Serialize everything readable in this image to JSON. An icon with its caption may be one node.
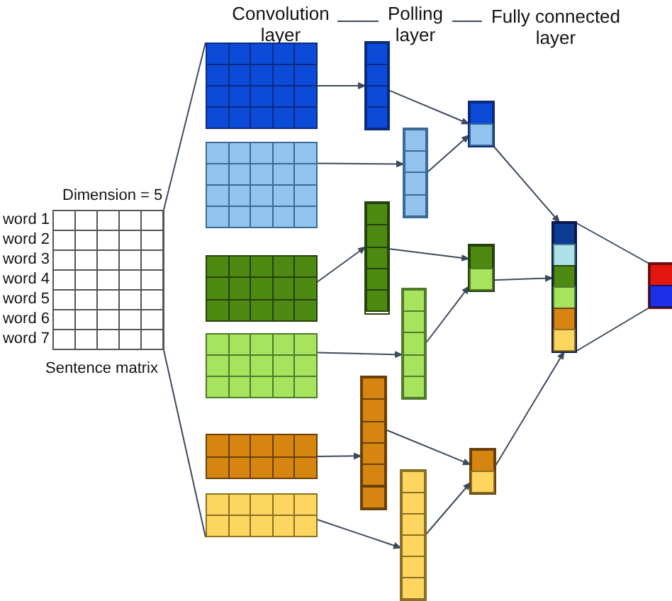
{
  "diagram": {
    "nodes": [
      {
        "text": [
          "Dimension = 5",
          "Sentence matrix"
        ],
        "beside": [
          "word 1",
          "word 2",
          "word 3",
          "word 4",
          "word 5",
          "word 6",
          "word 7"
        ]
      },
      {
        "text": [],
        "shape": "box"
      },
      {
        "text": [],
        "shape": "box"
      },
      {
        "text": [],
        "shape": "box"
      },
      {
        "text": [],
        "shape": "box"
      },
      {
        "text": [],
        "shape": "box"
      },
      {
        "text": [],
        "shape": "box"
      },
      {
        "text": [],
        "shape": "bar"
      },
      {
        "text": [],
        "shape": "bar"
      },
      {
        "text": [],
        "shape": "bar"
      },
      {
        "text": [],
        "shape": "bar"
      },
      {
        "text": [],
        "shape": "bar"
      },
      {
        "text": [],
        "shape": "bar"
      },
      {
        "text": [],
        "shape": "bar"
      },
      {
        "text": [],
        "shape": "bar"
      },
      {
        "text": [],
        "shape": "bar"
      },
      {
        "text": [],
        "shape": "bar"
      },
      {
        "text": [],
        "shape": "bar"
      }
    ],
    "edges": [
      {
        "from": 0,
        "to": 1,
        "arrow": "none"
      },
      {
        "from": 0,
        "to": 6,
        "arrow": "none"
      },
      {
        "from": 1,
        "to": 7,
        "arrow": "to"
      },
      {
        "from": 2,
        "to": 8,
        "arrow": "to"
      },
      {
        "from": 3,
        "to": 9,
        "arrow": "to"
      },
      {
        "from": 4,
        "to": 10,
        "arrow": "to"
      },
      {
        "from": 5,
        "to": 11,
        "arrow": "to"
      },
      {
        "from": 6,
        "to": 12,
        "arrow": "to"
      },
      {
        "from": 7,
        "to": 13,
        "arrow": "to"
      },
      {
        "from": 8,
        "to": 13,
        "arrow": "to"
      },
      {
        "from": 9,
        "to": 14,
        "arrow": "to"
      },
      {
        "from": 10,
        "to": 14,
        "arrow": "to"
      },
      {
        "from": 11,
        "to": 15,
        "arrow": "to"
      },
      {
        "from": 12,
        "to": 15,
        "arrow": "to"
      },
      {
        "from": 13,
        "to": 16,
        "arrow": "to"
      },
      {
        "from": 14,
        "to": 16,
        "arrow": "to"
      },
      {
        "from": 15,
        "to": 16,
        "arrow": "to"
      },
      {
        "from": 16,
        "to": 17,
        "arrow": "none"
      },
      {
        "from": 16,
        "to": 17,
        "arrow": "none"
      }
    ],
    "labels": [
      "Convolution layer",
      "Polling layer",
      "Fully connected layer"
    ]
  }
}
